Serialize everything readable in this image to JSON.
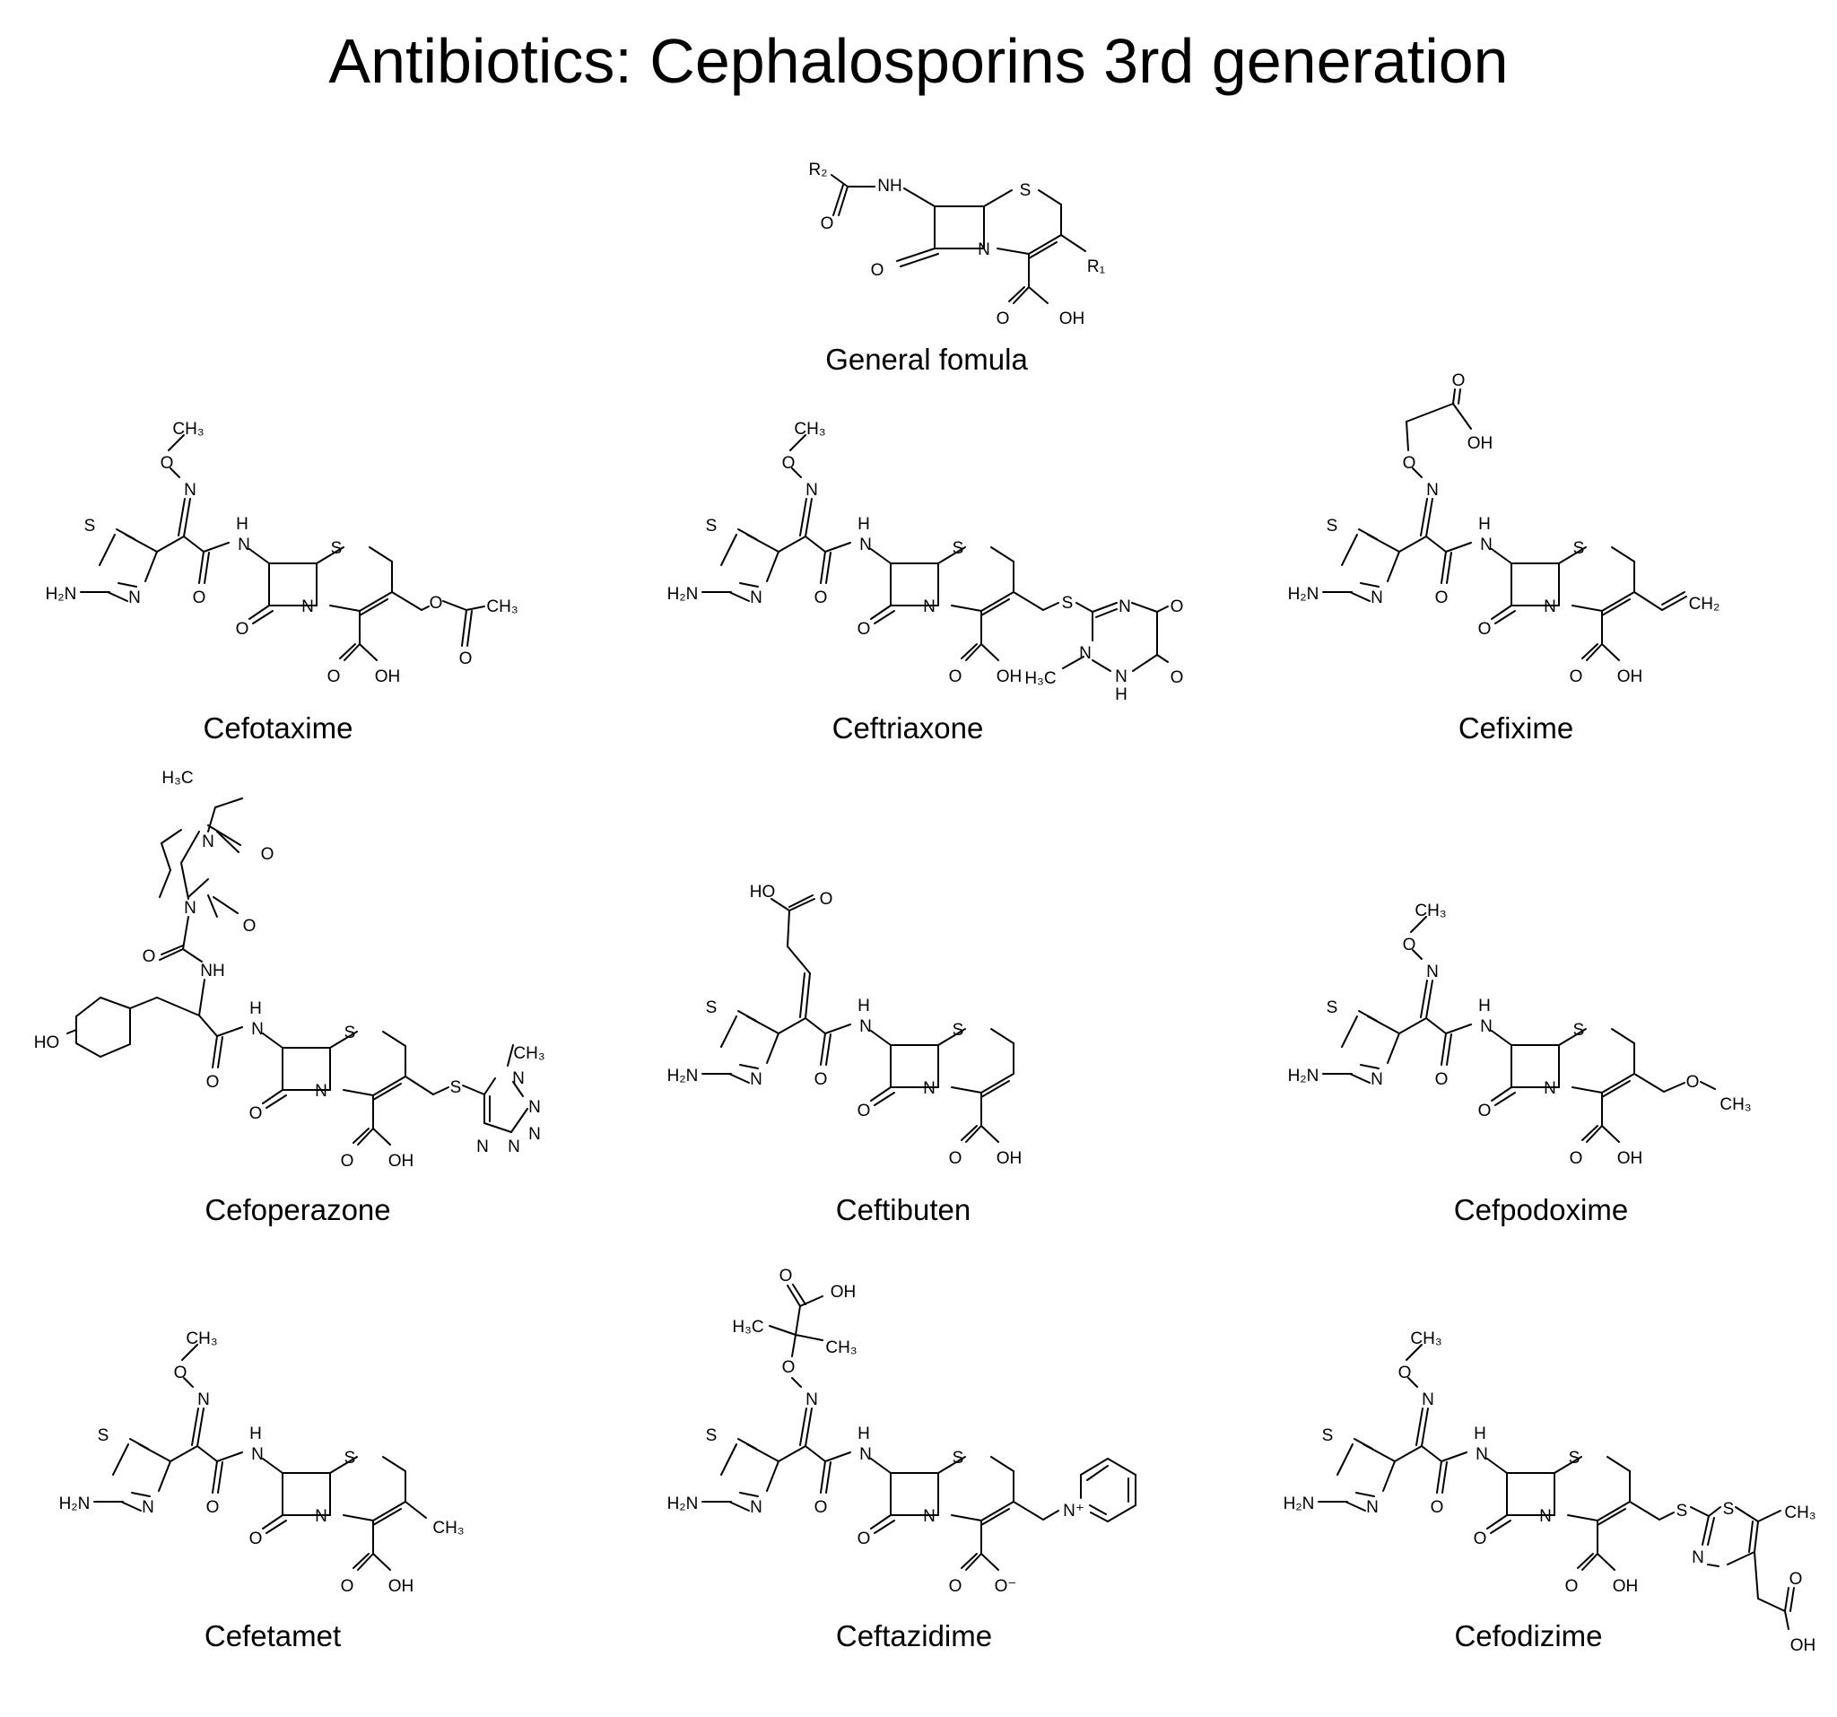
{
  "title": "Antibiotics: Cephalosporins 3rd generation",
  "structures": [
    {
      "name": "General fomula"
    },
    {
      "name": "Cefotaxime"
    },
    {
      "name": "Ceftriaxone"
    },
    {
      "name": "Cefixime"
    },
    {
      "name": "Cefoperazone"
    },
    {
      "name": "Ceftibuten"
    },
    {
      "name": "Cefpodoxime"
    },
    {
      "name": "Cefetamet"
    },
    {
      "name": "Ceftazidime"
    },
    {
      "name": "Cefodizime"
    }
  ],
  "atom_labels": {
    "R1": "R₁",
    "R2": "R₂",
    "NH": "NH",
    "N": "N",
    "S": "S",
    "O": "O",
    "H": "H",
    "OH": "OH",
    "HO": "HO",
    "CH3": "CH₃",
    "H3C": "H₃C",
    "H3C_": "H₃C",
    "H2N": "H₂N",
    "CH2": "CH₂",
    "N_plus": "N⁺",
    "O_minus": "O⁻"
  }
}
